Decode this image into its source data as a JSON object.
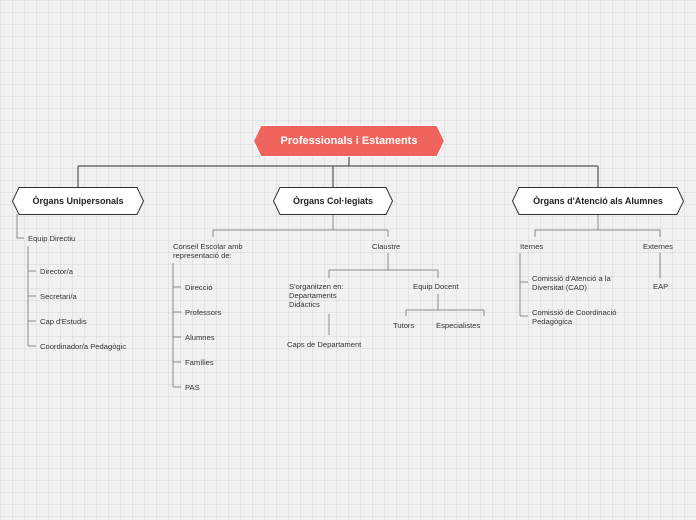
{
  "root": {
    "label": "Professionals i Estaments",
    "color": "#f1635d"
  },
  "line_color": "#555555",
  "branches": [
    {
      "label": "Òrgans Unipersonals",
      "children": [
        {
          "label": "Equip Directiu",
          "children": [
            "Director/a",
            "Secretari/a",
            "Cap d'Estudis",
            "Coordinador/a Pedagògic"
          ]
        }
      ]
    },
    {
      "label": "Òrgans Col·legiats",
      "children": [
        {
          "label": "Conseil Escolar amb representació de:",
          "children": [
            "Direcció",
            "Professors",
            "Alumnes",
            "Famílies",
            "PAS"
          ]
        },
        {
          "label": "Claustre",
          "children": [
            {
              "label": "S'organitzen en: Departaments Didàctics",
              "children": [
                "Caps de Departament"
              ]
            },
            {
              "label": "Equip Docent",
              "children": [
                "Tutors",
                "Especialistes"
              ]
            }
          ]
        }
      ]
    },
    {
      "label": "Òrgans d'Atenció als Alumnes",
      "children": [
        {
          "label": "Iternes",
          "children": [
            "Comissió d'Atenció a la Diversitat (CAD)",
            "Comissió de Coordinació Pedagògica"
          ]
        },
        {
          "label": "Externes",
          "children": [
            "EAP"
          ]
        }
      ]
    }
  ]
}
